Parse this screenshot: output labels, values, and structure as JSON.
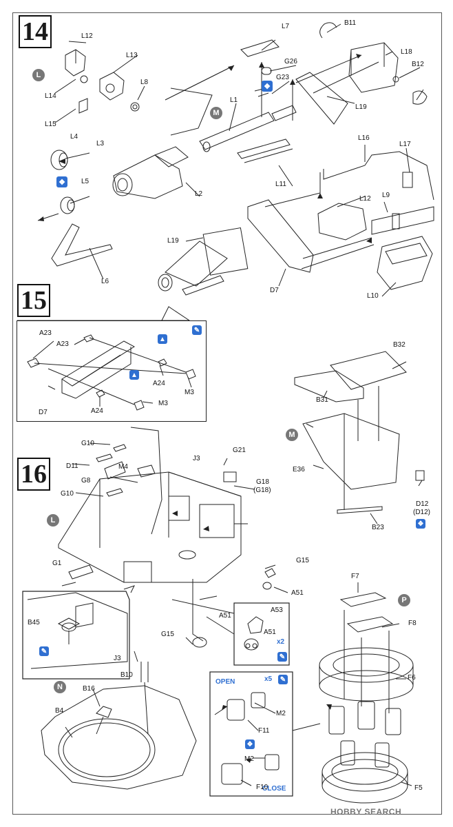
{
  "steps": {
    "s14": "14",
    "s15": "15",
    "s16": "16"
  },
  "sections": {
    "L": "L",
    "M": "M",
    "N": "N",
    "P": "P"
  },
  "labels": {
    "L12a": "L12",
    "L13": "L13",
    "L14": "L14",
    "L15": "L15",
    "L8": "L8",
    "L4": "L4",
    "L5": "L5",
    "L3": "L3",
    "L6": "L6",
    "L2": "L2",
    "L1": "L1",
    "L7": "L7",
    "G26": "G26",
    "G23": "G23",
    "L11": "L11",
    "B11": "B11",
    "L18": "L18",
    "B12": "B12",
    "L19a": "L19",
    "L16": "L16",
    "L17": "L17",
    "L12b": "L12",
    "L9": "L9",
    "L19b": "L19",
    "D7a": "D7",
    "L10": "L10",
    "A23a": "A23",
    "A23b": "A23",
    "A24a": "A24",
    "A24b": "A24",
    "M3a": "M3",
    "M3b": "M3",
    "D7b": "D7",
    "B32": "B32",
    "B31": "B31",
    "E36": "E36",
    "D12": "D12",
    "D12p": "(D12)",
    "B23": "B23",
    "G10a": "G10",
    "D11": "D11",
    "M4": "M4",
    "G8": "G8",
    "G10b": "G10",
    "J3a": "J3",
    "G21": "G21",
    "G18": "G18",
    "G18p": "(G18)",
    "G1": "G1",
    "G15a": "G15",
    "A51a": "A51",
    "A51b": "A51",
    "A53": "A53",
    "A51c": "A51",
    "G15b": "G15",
    "B45": "B45",
    "J3b": "J3",
    "B10": "B10",
    "B16": "B16",
    "B4": "B4",
    "F7": "F7",
    "F8": "F8",
    "F6": "F6",
    "F11": "F11",
    "M2a": "M2",
    "M2b": "M2",
    "F10": "F10",
    "F5": "F5"
  },
  "options": {
    "open": "OPEN",
    "close": "CLOSE",
    "x2": "x2",
    "x5": "x5"
  },
  "watermark": "HOBBY SEARCH",
  "colors": {
    "accent": "#2f6fd1",
    "marker": "#777777"
  },
  "icons": [
    "glue-icon",
    "paint-icon",
    "symmetry-icon",
    "cement-icon"
  ]
}
